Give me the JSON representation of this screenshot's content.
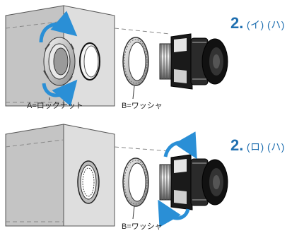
{
  "panels": [
    {
      "step_number": "2.",
      "step_detail": "(イ) (ハ)",
      "locknut_label": "A=ロックナット",
      "washer_label": "B=ワッシャ"
    },
    {
      "step_number": "2.",
      "step_detail": "(ロ) (ハ)",
      "washer_label": "B=ワッシャ"
    }
  ],
  "colors": {
    "arrow": "#2a8fd6",
    "step_text": "#1f6fb0",
    "box_face": "#dcdcdc",
    "box_side": "#c2c2c2"
  }
}
